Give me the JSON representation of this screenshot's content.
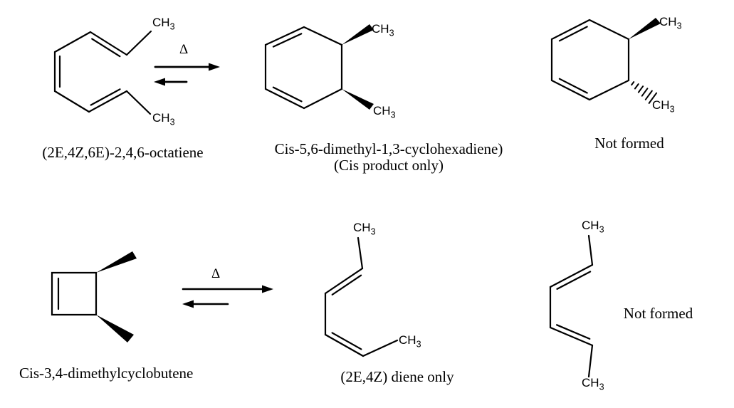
{
  "ink": "#000000",
  "background": "#ffffff",
  "symbols": {
    "methyl_base": "CH",
    "methyl_sub": "3",
    "delta": "Δ"
  },
  "row1": {
    "reactant_name": "(2E,4Z,6E)-2,4,6-octatiene",
    "product_name": "Cis-5,6-dimethyl-1,3-cyclohexadiene)",
    "product_note": "(Cis product only)",
    "not_formed": "Not formed"
  },
  "row2": {
    "reactant_name": "Cis-3,4-dimethylcyclobutene",
    "product_name": "(2E,4Z) diene only",
    "not_formed": "Not formed"
  }
}
